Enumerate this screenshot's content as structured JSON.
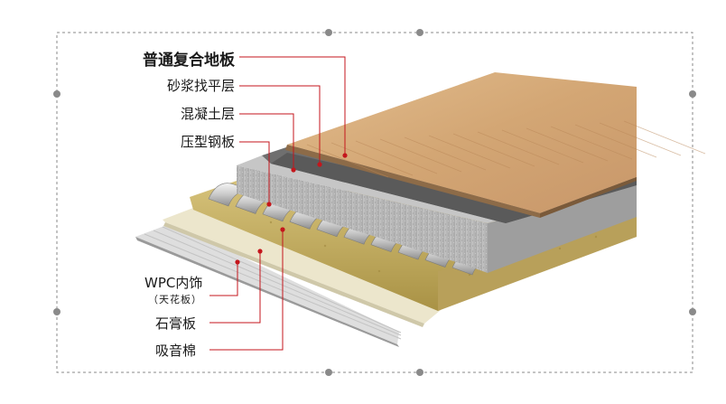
{
  "diagram": {
    "top_labels": [
      {
        "id": "laminate",
        "text": "普通复合地板"
      },
      {
        "id": "mortar",
        "text": "砂浆找平层"
      },
      {
        "id": "concrete",
        "text": "混凝土层"
      },
      {
        "id": "steel_deck",
        "text": "压型钢板"
      }
    ],
    "bottom_labels": [
      {
        "id": "wpc",
        "text": "WPC内饰",
        "sub": "（天花板）"
      },
      {
        "id": "gypsum",
        "text": "石膏板"
      },
      {
        "id": "wool",
        "text": "吸音棉"
      }
    ]
  },
  "colors": {
    "leader_line": "#c4161c",
    "wood": "#d4a877",
    "mortar": "#6b6b6b",
    "concrete": "#b9b9b9",
    "wool": "#c9b36a",
    "gypsum": "#ece6cc",
    "ceiling": "#d6d6d6",
    "frame_dash": "#888888",
    "handle": "#8a8a8a"
  }
}
